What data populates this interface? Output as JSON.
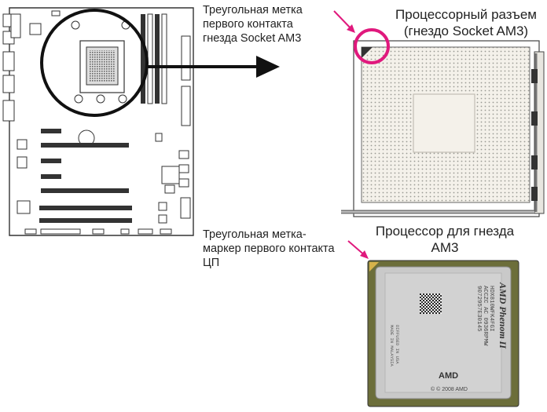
{
  "labels": {
    "socket_triangle": [
      "Треугольная метка",
      "первого контакта",
      "гнезда Socket AM3"
    ],
    "cpu_triangle": [
      "Треугольная метка-",
      "маркер первого контакта",
      "ЦП"
    ]
  },
  "titles": {
    "socket": [
      "Процессорный разъем",
      "(гнездо Socket AM3)"
    ],
    "cpu": [
      "Процессор для гнезда",
      "AM3"
    ]
  },
  "chip": {
    "brand": "AMD Phenom II",
    "code_lines": [
      "HDX810WFK4FGI",
      "ACCZC AC 0936RPMW",
      "9072957E30145"
    ],
    "amd_logo": "AMD",
    "copyright": "© © 2008 AMD",
    "side_lines": [
      "DIFFUSED IN USA",
      "MADE IN MALAYSIA"
    ]
  },
  "colors": {
    "outline": "#333333",
    "pointer": "#e0197d",
    "arrow": "#111111",
    "socket_fill": "#f4f1ea",
    "chip_board": "#6c6e3a",
    "chip_lid": "#c9c9c9"
  }
}
